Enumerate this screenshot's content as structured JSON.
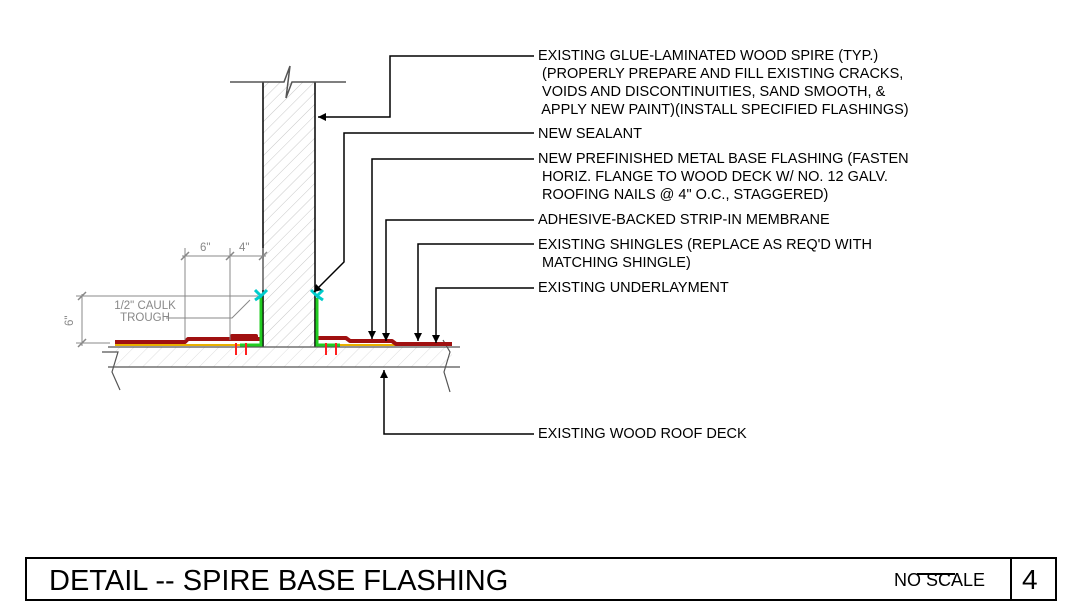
{
  "callouts": [
    {
      "id": "spire",
      "text": "EXISTING GLUE-LAMINATED WOOD SPIRE (TYP.)\n (PROPERLY PREPARE AND FILL EXISTING CRACKS,\n VOIDS AND DISCONTINUITIES, SAND SMOOTH, &\n APPLY NEW PAINT)(INSTALL SPECIFIED FLASHINGS)"
    },
    {
      "id": "sealant",
      "text": "NEW SEALANT"
    },
    {
      "id": "base_flashing",
      "text": "NEW PREFINISHED METAL BASE FLASHING (FASTEN\n HORIZ. FLANGE TO WOOD DECK W/ NO. 12 GALV.\n ROOFING NAILS @ 4\" O.C., STAGGERED)"
    },
    {
      "id": "membrane",
      "text": "ADHESIVE-BACKED STRIP-IN MEMBRANE"
    },
    {
      "id": "shingles",
      "text": "EXISTING SHINGLES (REPLACE AS REQ'D WITH\n MATCHING SHINGLE)"
    },
    {
      "id": "underlayment",
      "text": "EXISTING UNDERLAYMENT"
    },
    {
      "id": "deck",
      "text": "EXISTING WOOD ROOF DECK"
    }
  ],
  "dimensions": {
    "horiz_1": "6\"",
    "horiz_2": "4\"",
    "vert": "6\"",
    "caulk_note": "1/2\" CAULK\nTROUGH"
  },
  "title_block": {
    "title": "DETAIL -- SPIRE BASE FLASHING",
    "scale": "NO SCALE",
    "detail_number": "4"
  },
  "colors": {
    "shingle": "#a01010",
    "flashing": "#22cc22",
    "sealant": "#00cccc",
    "nail": "#ff2020",
    "membrane": "#e8b000",
    "dimension": "#888888",
    "hatch": "#c8c8c8"
  }
}
